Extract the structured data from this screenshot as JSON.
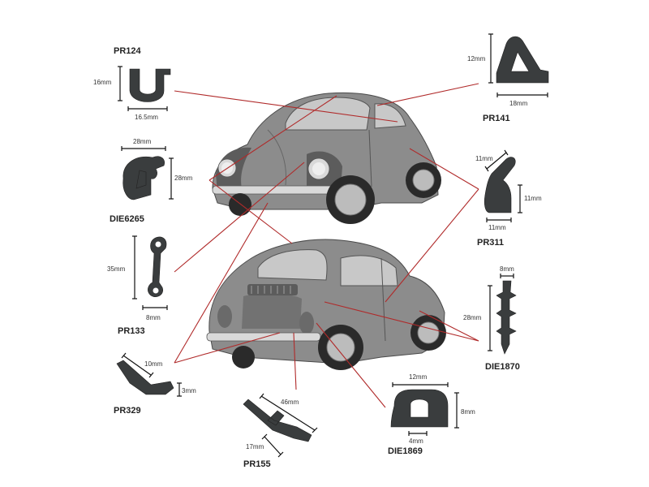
{
  "parts": [
    {
      "code": "PR124",
      "dims": [
        "16mm",
        "16.5mm"
      ]
    },
    {
      "code": "DIE6265",
      "dims": [
        "28mm",
        "28mm"
      ]
    },
    {
      "code": "PR133",
      "dims": [
        "35mm",
        "8mm"
      ]
    },
    {
      "code": "PR329",
      "dims": [
        "10mm",
        "3mm"
      ]
    },
    {
      "code": "PR155",
      "dims": [
        "46mm",
        "17mm"
      ]
    },
    {
      "code": "DIE1869",
      "dims": [
        "12mm",
        "8mm",
        "4mm"
      ]
    },
    {
      "code": "DIE1870",
      "dims": [
        "8mm",
        "28mm"
      ]
    },
    {
      "code": "PR311",
      "dims": [
        "11mm",
        "11mm",
        "11mm"
      ]
    },
    {
      "code": "PR141",
      "dims": [
        "12mm",
        "18mm"
      ]
    }
  ],
  "colors": {
    "leader": "#b02a2a",
    "profile": "#3a3d3e",
    "car": "#8c8c8c"
  }
}
